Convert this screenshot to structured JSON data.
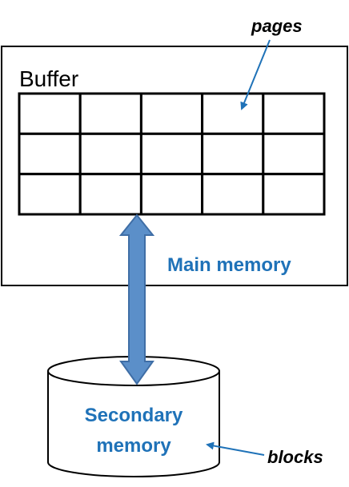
{
  "labels": {
    "pages": "pages",
    "buffer": "Buffer",
    "main_memory": "Main memory",
    "secondary_memory_line1": "Secondary",
    "secondary_memory_line2": "memory",
    "blocks": "blocks"
  },
  "grid": {
    "rows": 3,
    "cols": 5
  },
  "colors": {
    "accent_text": "#1f72b8",
    "arrow_fill": "#5b8fc9",
    "arrow_stroke": "#3f6ea6",
    "pointer": "#1f72b8",
    "outline": "#000000"
  }
}
